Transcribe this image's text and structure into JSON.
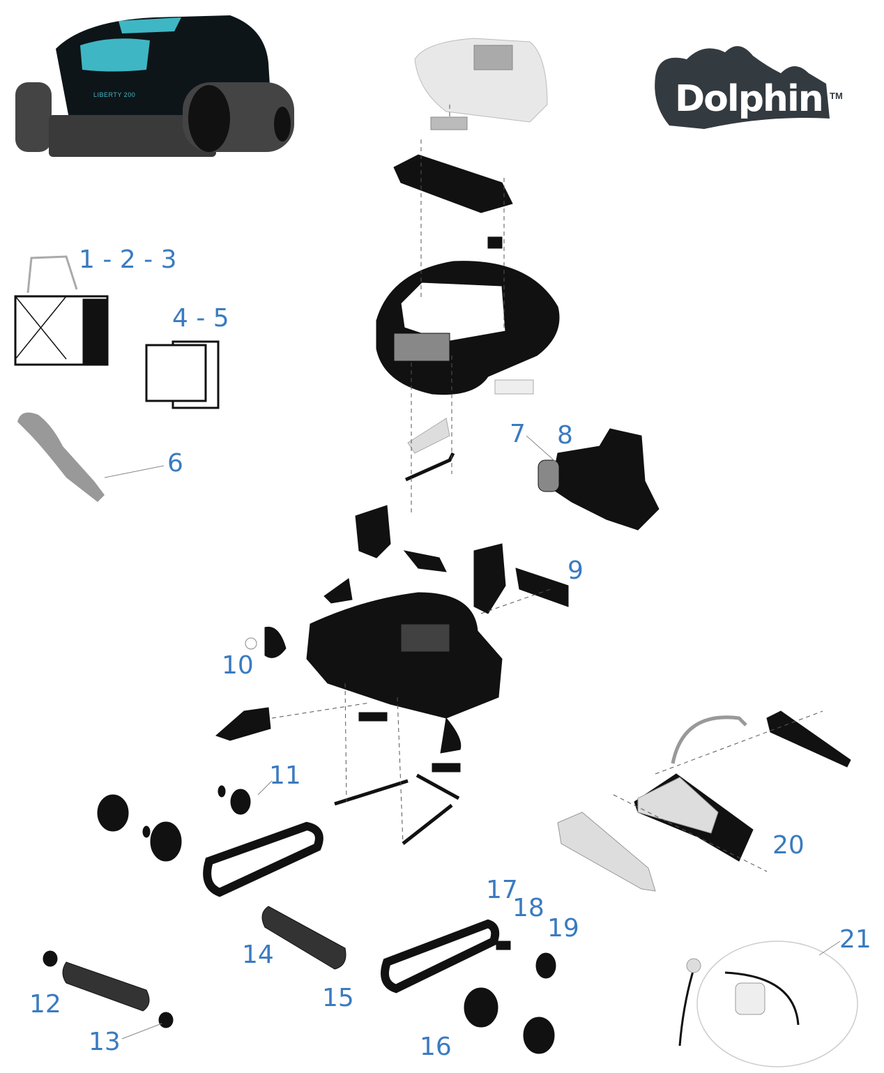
{
  "brand": {
    "logo_text": "Dolphin",
    "trademark": "TM",
    "model_name": "LIBERTY 200"
  },
  "colors": {
    "label": "#3a7bc0",
    "part": "#111111",
    "accent": "#3fb6c4",
    "logo": "#333a40"
  },
  "labels": [
    {
      "id": "1-2-3",
      "text": "1 - 2 - 3"
    },
    {
      "id": "4-5",
      "text": "4 - 5"
    },
    {
      "id": "6",
      "text": "6"
    },
    {
      "id": "7",
      "text": "7"
    },
    {
      "id": "8",
      "text": "8"
    },
    {
      "id": "9",
      "text": "9"
    },
    {
      "id": "10",
      "text": "10"
    },
    {
      "id": "11",
      "text": "11"
    },
    {
      "id": "12",
      "text": "12"
    },
    {
      "id": "13",
      "text": "13"
    },
    {
      "id": "14",
      "text": "14"
    },
    {
      "id": "15",
      "text": "15"
    },
    {
      "id": "16",
      "text": "16"
    },
    {
      "id": "17",
      "text": "17"
    },
    {
      "id": "18",
      "text": "18"
    },
    {
      "id": "19",
      "text": "19"
    },
    {
      "id": "20",
      "text": "20"
    },
    {
      "id": "21",
      "text": "21"
    }
  ]
}
